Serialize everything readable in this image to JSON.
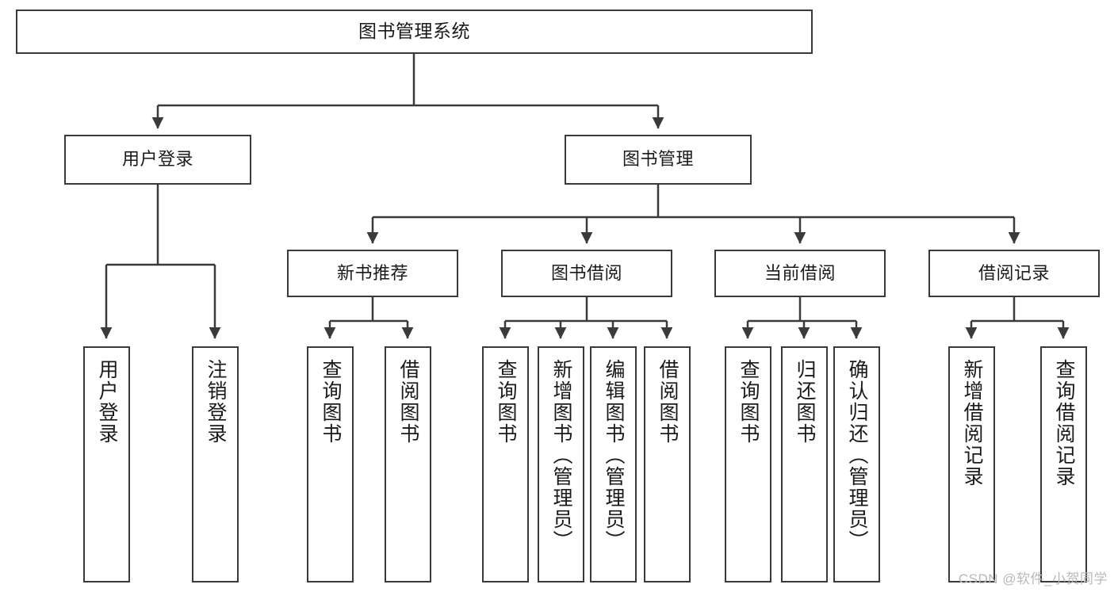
{
  "diagram": {
    "title": "图书管理系统",
    "type": "tree-hierarchy-diagram",
    "colors": {
      "box_border": "#3a3a3a",
      "box_fill": "#ffffff",
      "line": "#3a3a3a",
      "text": "#1a1a1a",
      "watermark": "#b9b9b9",
      "background": "#ffffff"
    },
    "root": {
      "label": "图书管理系统"
    },
    "level2": [
      {
        "label": "用户登录"
      },
      {
        "label": "图书管理"
      }
    ],
    "level3": [
      {
        "label": "新书推荐"
      },
      {
        "label": "图书借阅"
      },
      {
        "label": "当前借阅"
      },
      {
        "label": "借阅记录"
      }
    ],
    "leaves": {
      "user_login": [
        {
          "label": "用户登录"
        },
        {
          "label": "注销登录"
        }
      ],
      "new_book_recommend": [
        {
          "label": "查询图书"
        },
        {
          "label": "借阅图书"
        }
      ],
      "book_borrow": [
        {
          "label": "查询图书"
        },
        {
          "label": "新增图书（管理员）"
        },
        {
          "label": "编辑图书（管理员）"
        },
        {
          "label": "借阅图书"
        }
      ],
      "current_borrow": [
        {
          "label": "查询图书"
        },
        {
          "label": "归还图书"
        },
        {
          "label": "确认归还（管理员）"
        }
      ],
      "borrow_record": [
        {
          "label": "新增借阅记录"
        },
        {
          "label": "查询借阅记录"
        }
      ]
    }
  },
  "watermark": {
    "text": "CSDN @软件_小贺同学"
  }
}
